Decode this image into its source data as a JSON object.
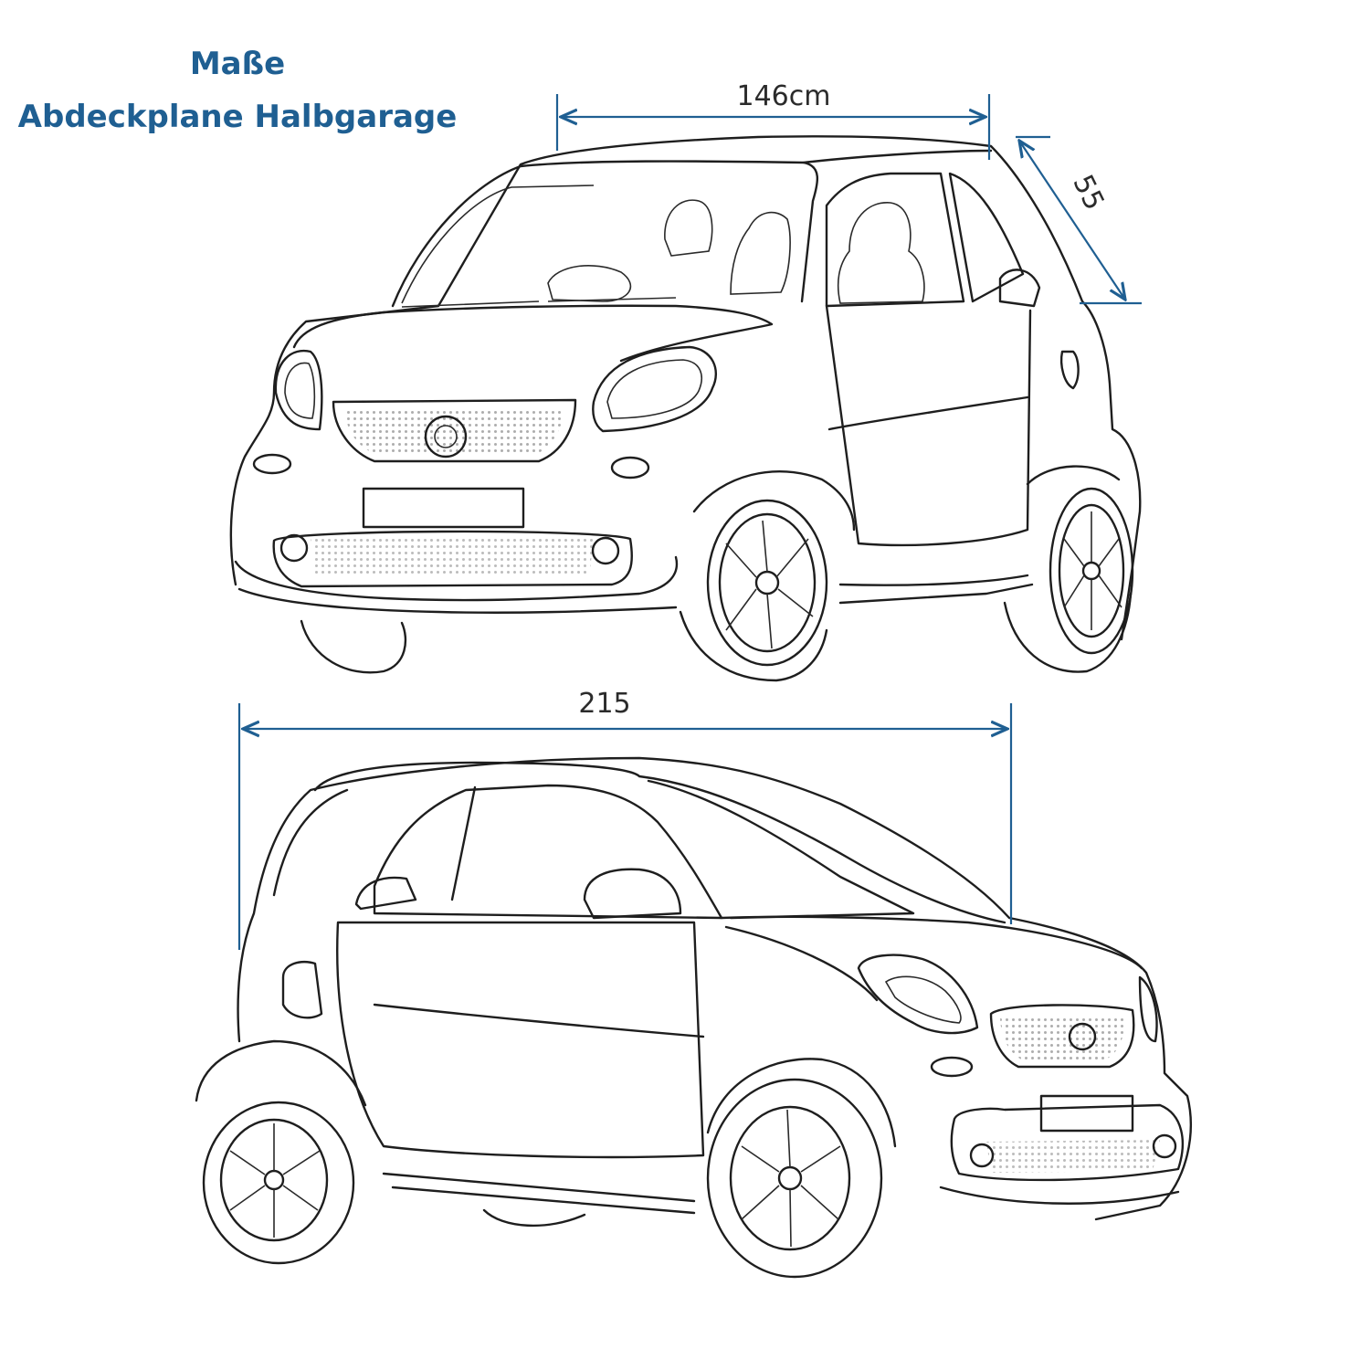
{
  "title": {
    "line1": "Maße",
    "line2": "Abdeckplane Halbgarage"
  },
  "dimensions": {
    "width": "146cm",
    "depth": "55",
    "length": "215"
  },
  "colors": {
    "accent": "#1f5f92",
    "lines": "#1e1e1e"
  }
}
